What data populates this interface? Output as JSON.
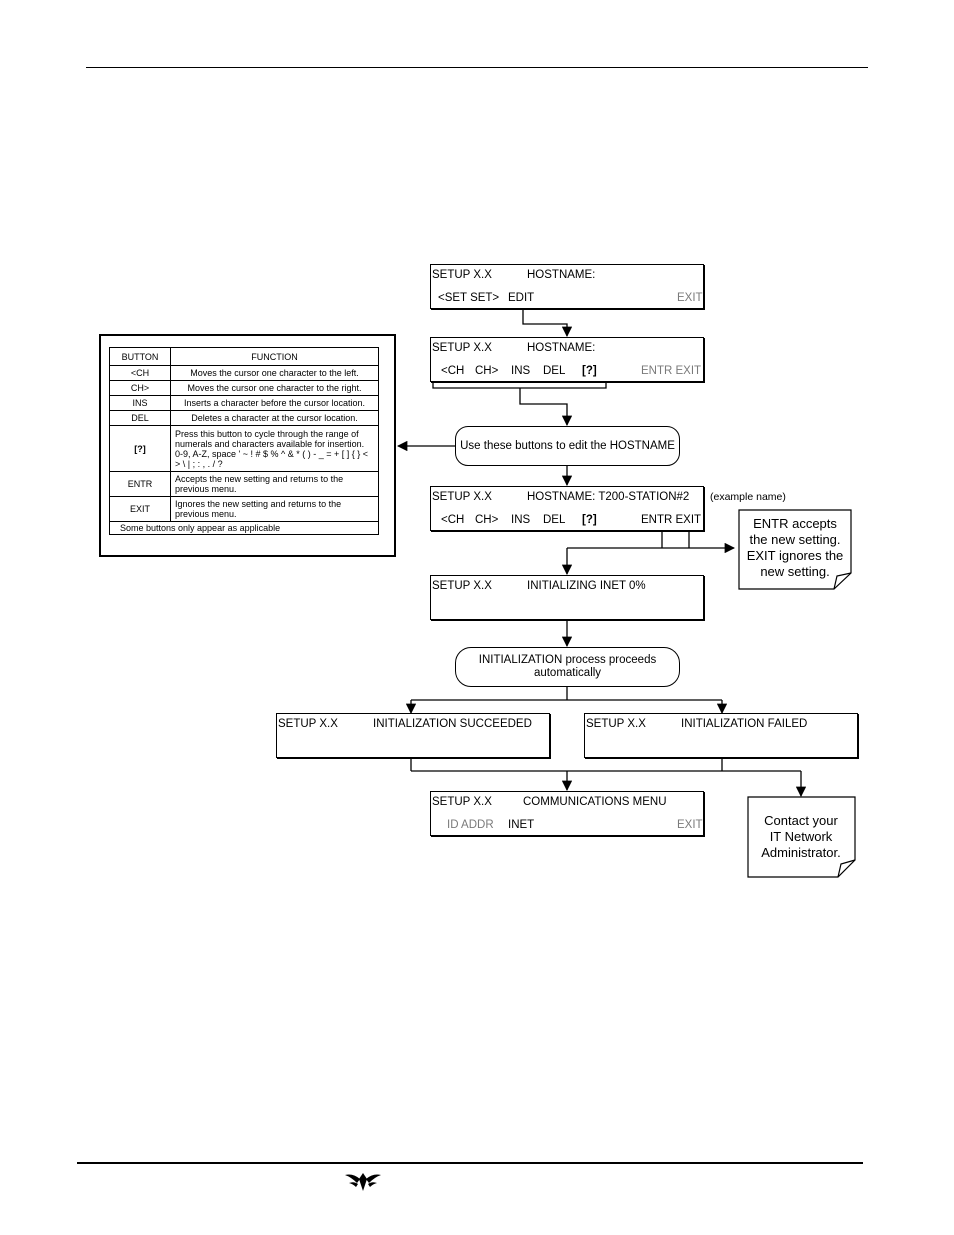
{
  "screen_hostname_1": {
    "line1_left": "SETUP X.X",
    "line1_right": "HOSTNAME:",
    "line2_left": "<SET  SET>",
    "line2_edit": "EDIT",
    "line2_exit": "EXIT"
  },
  "screen_hostname_2": {
    "line1_left": "SETUP X.X",
    "line1_right": "HOSTNAME:",
    "buttons": [
      "<CH",
      "CH>",
      "INS",
      "DEL",
      "[?]"
    ],
    "entr_exit": "ENTR EXIT"
  },
  "edit_note": {
    "text": "Use these buttons to edit the HOSTNAME"
  },
  "screen_hostname_3": {
    "line1_left": "SETUP X.X",
    "line1_right": "HOSTNAME: T200-STATION#2",
    "example": "(example name)",
    "buttons": [
      "<CH",
      "CH>",
      "INS",
      "DEL",
      "[?]"
    ],
    "entr_exit": "ENTR EXIT"
  },
  "entr_note": {
    "entr_word": "ENTR",
    "line1_rest": " accepts",
    "line2": "the new setting.",
    "exit_word": "EXIT",
    "line3_rest": " ignores the",
    "line4": "new setting."
  },
  "screen_initializing": {
    "line1_left": "SETUP X.X",
    "line1_right": "INITIALIZING INET 0%"
  },
  "init_note": {
    "line1": "INITIALIZATION process proceeds",
    "line2": "automatically"
  },
  "screen_succeeded": {
    "line1_left": "SETUP X.X",
    "line1_right": "INITIALIZATION SUCCEEDED"
  },
  "screen_failed": {
    "line1_left": "SETUP X.X",
    "line1_right": "INITIALIZATION FAILED"
  },
  "screen_comm_menu": {
    "line1_left": "SETUP X.X",
    "line1_right": "COMMUNICATIONS MENU",
    "line2_grey": "ID  ADDR",
    "line2_inet": "INET",
    "line2_exit": "EXIT"
  },
  "contact_note": {
    "line1": "Contact your",
    "line2": "IT Network",
    "line3": "Administrator."
  },
  "legend": {
    "header_button": "BUTTON",
    "header_function": "FUNCTION",
    "rows": [
      {
        "button": "<CH",
        "function": "Moves the cursor one character to the left."
      },
      {
        "button": "CH>",
        "function": "Moves the cursor one character to the right."
      },
      {
        "button": "INS",
        "function": "Inserts a character before the cursor location."
      },
      {
        "button": "DEL",
        "function": "Deletes a character at the cursor location."
      },
      {
        "button": "[?]",
        "function": "Press this button to cycle through the range of numerals and characters available for insertion. 0-9, A-Z, space ' ~ ! # $ % ^ & * ( ) - _ = + [ ] { } < > \\ | ; : , . / ?"
      },
      {
        "button": "ENTR",
        "function": "Accepts the new setting and returns to the previous menu."
      },
      {
        "button": "EXIT",
        "function": "Ignores the new setting and returns to the previous menu."
      }
    ],
    "footer": "Some   buttons only appear as applicable"
  }
}
